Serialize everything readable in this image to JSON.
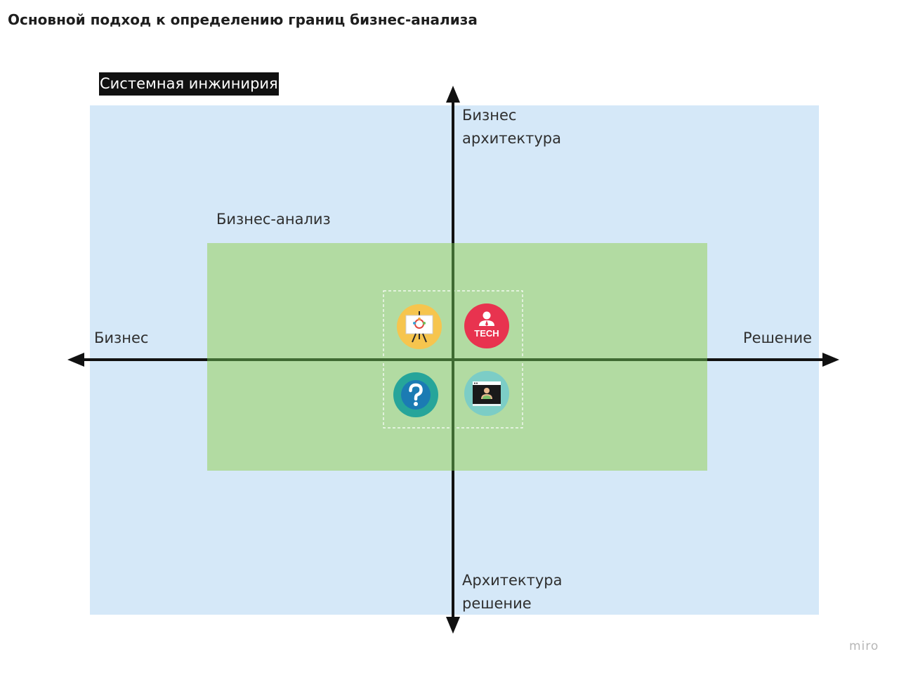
{
  "title": "Основной подход к определению границ бизнес-анализа",
  "regions": {
    "outer_label": "Системная инжинирия",
    "inner_label": "Бизнес-анализ"
  },
  "axes": {
    "top_line1": "Бизнес",
    "top_line2": "архитектура",
    "bottom_line1": "Архитектура",
    "bottom_line2": "решение",
    "left": "Бизнес",
    "right": "Решение"
  },
  "icons": {
    "top_left": "presentation-board-icon",
    "top_right": "tech-person-icon",
    "tech_text": "TECH",
    "bottom_left": "question-mark-icon",
    "bottom_right": "video-call-person-icon"
  },
  "colors": {
    "outer_region": "#d5e8f8",
    "inner_region": "#b2dba2",
    "axis": "#111111"
  },
  "watermark": "miro"
}
